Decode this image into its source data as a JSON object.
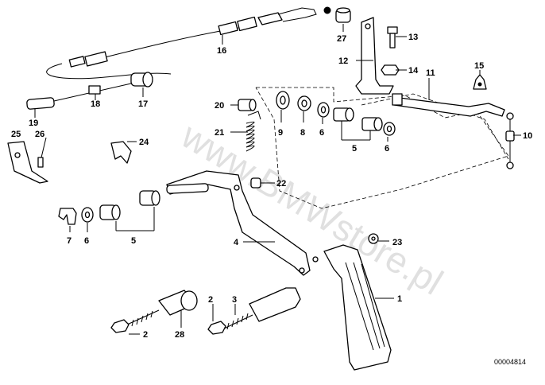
{
  "diagram": {
    "part_labels": {
      "p1": "1",
      "p2a": "2",
      "p2b": "2",
      "p3": "3",
      "p4": "4",
      "p5a": "5",
      "p5b": "5",
      "p6a": "6",
      "p6b": "6",
      "p6c": "6",
      "p7": "7",
      "p8": "8",
      "p9": "9",
      "p10": "10",
      "p11": "11",
      "p12": "12",
      "p13": "13",
      "p14": "14",
      "p15": "15",
      "p16": "16",
      "p17": "17",
      "p18": "18",
      "p19": "19",
      "p20": "20",
      "p21": "21",
      "p22": "22",
      "p23": "23",
      "p24": "24",
      "p25": "25",
      "p26": "26",
      "p27": "27",
      "p28": "28"
    },
    "watermark": "www.BMWstore.pl",
    "drawing_code": "00004814"
  }
}
